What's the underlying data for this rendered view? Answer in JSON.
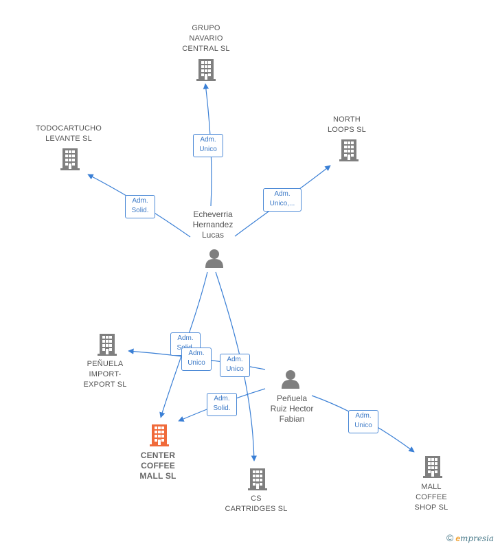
{
  "companies": [
    {
      "id": "grupo",
      "label": "GRUPO\nNAVARIO\nCENTRAL  SL",
      "icon": "building-icon",
      "color": "#7f7f7f"
    },
    {
      "id": "todocartucho",
      "label": "TODOCARTUCHO\nLEVANTE SL",
      "icon": "building-icon",
      "color": "#7f7f7f"
    },
    {
      "id": "north",
      "label": "NORTH\nLOOPS  SL",
      "icon": "building-icon",
      "color": "#7f7f7f"
    },
    {
      "id": "penuela_ie",
      "label": "PEÑUELA\nIMPORT-\nEXPORT  SL",
      "icon": "building-icon",
      "color": "#7f7f7f"
    },
    {
      "id": "center",
      "label": "CENTER\nCOFFEE\nMALL  SL",
      "icon": "building-icon",
      "color": "#f06a3a"
    },
    {
      "id": "cs",
      "label": "CS\nCARTRIDGES SL",
      "icon": "building-icon",
      "color": "#7f7f7f"
    },
    {
      "id": "mall",
      "label": "MALL\nCOFFEE\nSHOP  SL",
      "icon": "building-icon",
      "color": "#7f7f7f"
    }
  ],
  "persons": [
    {
      "id": "echeverria",
      "label": "Echeverria\nHernandez\nLucas",
      "icon": "person-icon"
    },
    {
      "id": "penuela_p",
      "label": "Peñuela\nRuiz Hector\nFabian",
      "icon": "person-icon"
    }
  ],
  "edges": [
    {
      "from": "echeverria",
      "to": "grupo",
      "label": "Adm.\nUnico"
    },
    {
      "from": "echeverria",
      "to": "todocartucho",
      "label": "Adm.\nSolid."
    },
    {
      "from": "echeverria",
      "to": "north",
      "label": "Adm.\nUnico,..."
    },
    {
      "from": "echeverria",
      "to": "center",
      "label": "Adm.\nSolid."
    },
    {
      "from": "echeverria",
      "to": "cs",
      "label": "Adm.\nUnico"
    },
    {
      "from": "penuela_p",
      "to": "penuela_ie",
      "label": "Adm.\nUnico"
    },
    {
      "from": "penuela_p",
      "to": "center",
      "label": "Adm.\nSolid."
    },
    {
      "from": "penuela_p",
      "to": "mall",
      "label": "Adm.\nUnico"
    }
  ],
  "colors": {
    "edge": "#3a7fd5",
    "focus": "#f06a3a",
    "node": "#7f7f7f"
  },
  "watermark": {
    "symbol": "©",
    "brand_initial": "e",
    "brand_rest": "mpresia"
  }
}
